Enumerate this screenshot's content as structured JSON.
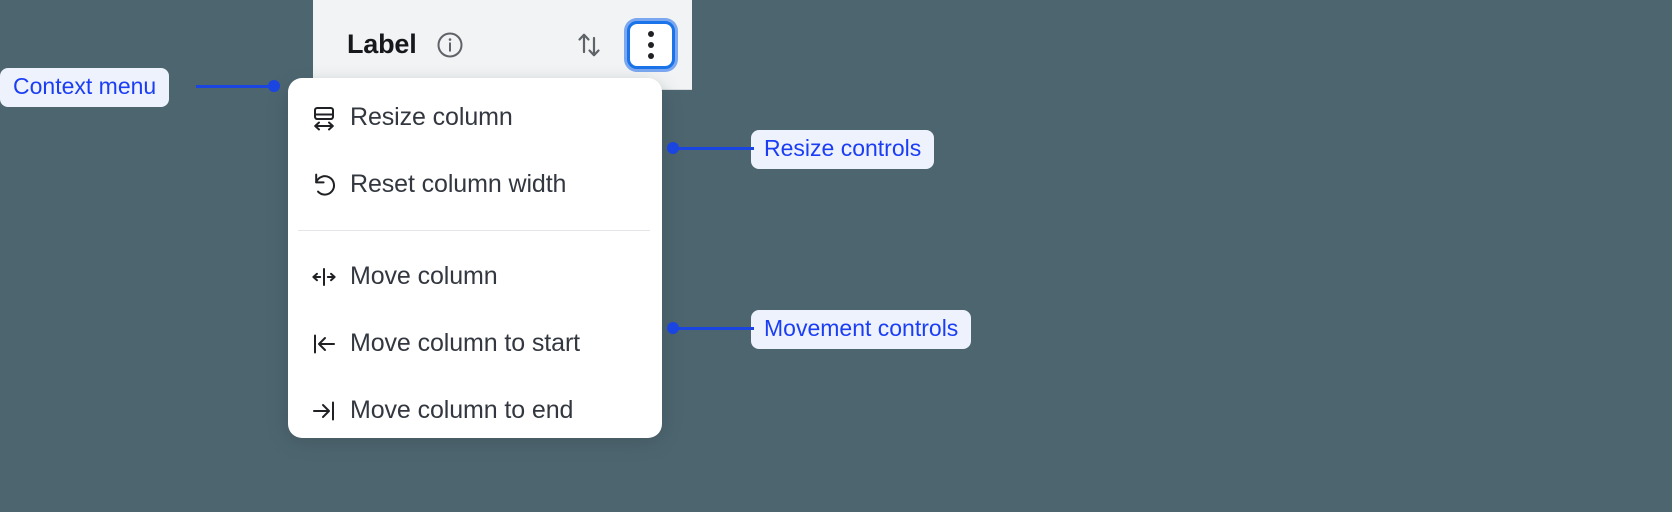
{
  "background_color": "#4c656f",
  "column_header": {
    "label": "Label",
    "info_icon": "info-circle-icon",
    "sort_icon": "sort-up-down-icon",
    "kebab_icon": "more-vertical-icon",
    "background_color": "#f1f3f4",
    "focus_ring_color": "#1a73e8"
  },
  "context_menu": {
    "background_color": "#ffffff",
    "groups": [
      {
        "name": "resize-controls",
        "items": [
          {
            "icon": "resize-column-icon",
            "label": "Resize column"
          },
          {
            "icon": "reset-width-undo-icon",
            "label": "Reset column width"
          }
        ]
      },
      {
        "name": "movement-controls",
        "items": [
          {
            "icon": "move-column-icon",
            "label": "Move column"
          },
          {
            "icon": "move-to-start-icon",
            "label": "Move column to start"
          },
          {
            "icon": "move-to-end-icon",
            "label": "Move column to end"
          }
        ]
      }
    ]
  },
  "annotations": {
    "accent_color": "#1b45e0",
    "pill_background": "#eef2fd",
    "items": [
      {
        "id": "context-menu",
        "label": "Context menu"
      },
      {
        "id": "resize-controls",
        "label": "Resize controls"
      },
      {
        "id": "movement-controls",
        "label": "Movement controls"
      }
    ]
  }
}
